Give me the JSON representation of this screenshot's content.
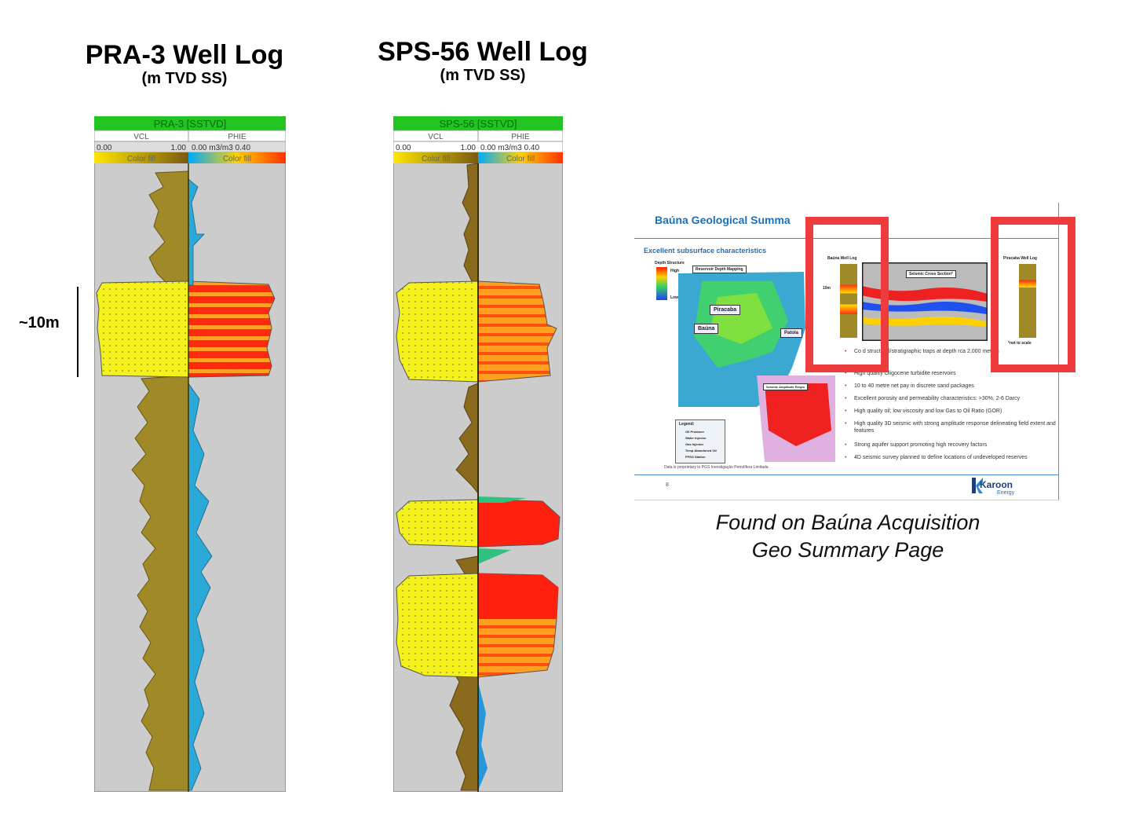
{
  "left_log": {
    "title": "PRA-3 Well Log",
    "subtitle": "(m TVD SS)",
    "header": "PRA-3 [SSTVD]",
    "track1_name": "VCL",
    "track1_scale_min": "0.00",
    "track1_scale_max": "1.00",
    "track2_name": "PHIE",
    "track2_scale": "0.00 m3/m3 0.40",
    "fill_label": "Color fill"
  },
  "right_log": {
    "title": "SPS-56 Well Log",
    "subtitle": "(m TVD SS)",
    "header": "SPS-56 [SSTVD]",
    "track1_name": "VCL",
    "track1_scale_min": "0.00",
    "track1_scale_max": "1.00",
    "track2_name": "PHIE",
    "track2_scale": "0.00 m3/m3 0.40",
    "fill_label": "Color fill"
  },
  "depth_marker": "~10m",
  "caption_line1": "Found on Baúna Acquisition",
  "caption_line2": "Geo Summary Page",
  "slide": {
    "title": "Baúna Geological Summa",
    "heading": "Excellent subsurface characteristics",
    "depth_structure": "Depth Structure",
    "high": "High",
    "low": "Low",
    "reservoir_map": "Reservoir Depth Mapping",
    "piracaba": "Piracaba",
    "bauna": "Baúna",
    "patola": "Patola",
    "seismic_amp": "Seismic Amplitude Respo",
    "bauna_log": "Baúna Well Log",
    "piracaba_log": "Piracaba Well Log",
    "seismic_cross": "Seismic Cross Section*",
    "ten_m": "10m",
    "not_to_scale": "*not to scale",
    "legend_title": "Legend:",
    "legend_items": [
      "Oil Producer",
      "Water Injector",
      "Gas Injector",
      "Temp Abandoned Oil",
      "FPSO Station"
    ],
    "bullets": [
      "Co      d structural/stratigraphic traps at depth      rca 2,000 metres",
      "High quality Oligocene turbidite reservoirs",
      "10 to 40 metre net pay in discrete sand packages",
      "Excellent porosity and permeability characteristics: >30%, 2-6 Darcy",
      "High quality oil; low viscosity and low Gas to Oil Ratio (GOR)",
      "High quality 3D seismic with strong amplitude response delineating field extent and features",
      "Strong aquifer support promoting high recovery factors",
      "4D seismic survey planned to define locations of undeveloped reserves"
    ],
    "proprietary": "Data is proprietary to  PGS Investigação Petrolífera Limitada",
    "page_number": "8",
    "company": "Karoon",
    "company_sub": "Energy"
  },
  "colors": {
    "header_green": "#22c422",
    "sand_yellow": "#f5f21a",
    "shale_brown": "#8a6a1c",
    "porosity_red": "#ff2a10",
    "porosity_orange": "#ffa020",
    "track_bg": "#cccccc",
    "highlight_red": "#ee3b3b"
  }
}
